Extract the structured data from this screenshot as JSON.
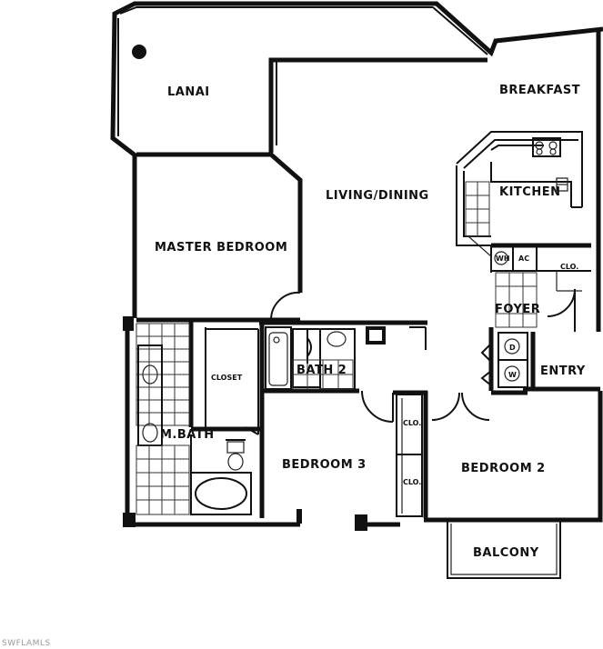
{
  "rooms": {
    "lanai": "LANAI",
    "breakfast": "BREAKFAST",
    "living_dining": "LIVING/DINING",
    "kitchen": "KITCHEN",
    "master_bedroom": "MASTER BEDROOM",
    "foyer": "FOYER",
    "entry": "ENTRY",
    "bath2": "BATH 2",
    "mbath": "M.BATH",
    "bedroom3": "BEDROOM 3",
    "bedroom2": "BEDROOM 2",
    "balcony": "BALCONY"
  },
  "fixtures": {
    "closet": "CLOSET",
    "clo_a": "CLO.",
    "clo_b": "CLO.",
    "clo_c": "CLO.",
    "wh": "WH",
    "ac": "AC",
    "dw": "D",
    "w": "W"
  },
  "watermark": "SWFLAMLS"
}
